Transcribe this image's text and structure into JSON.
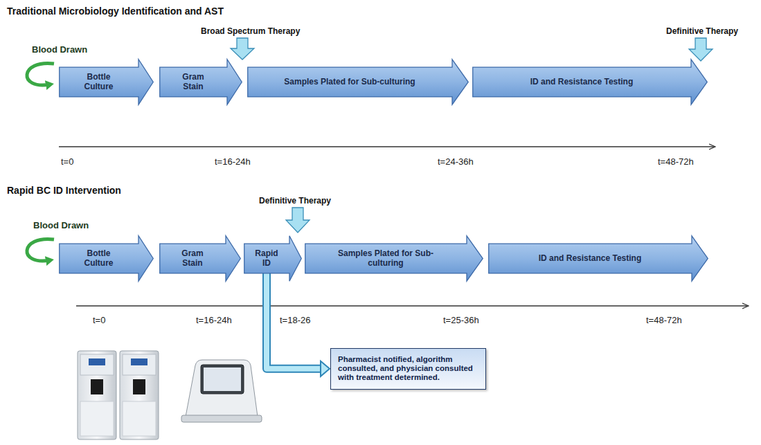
{
  "diagram": {
    "nodes": [
      {
        "text": [
          "Bottle Culture"
        ]
      },
      {
        "text": [
          "Gram Stain"
        ]
      },
      {
        "text": [
          "Samples Plated for Sub-culturing"
        ]
      },
      {
        "text": [
          "ID and Resistance Testing"
        ]
      },
      {
        "text": [
          "Bottle Culture"
        ]
      },
      {
        "text": [
          "Gram Stain"
        ]
      },
      {
        "text": [
          "Rapid ID"
        ]
      },
      {
        "text": [
          "Samples Plated for Sub-culturing"
        ]
      },
      {
        "text": [
          "ID and Resistance Testing"
        ]
      },
      {
        "text": [
          "Pharmacist notified, algorithm consulted, and physician consulted with treatment determined."
        ]
      }
    ],
    "edges": [
      {
        "from": 6,
        "to": 9,
        "arrow": "to"
      }
    ],
    "labels": [
      "Traditional Microbiology Identification and AST",
      "Blood Drawn",
      "Broad Spectrum Therapy",
      "Definitive Therapy",
      "t=0",
      "t=16-24h",
      "t=24-36h",
      "t=48-72h",
      "Rapid BC ID Intervention",
      "Blood Drawn",
      "Definitive Therapy",
      "t=0",
      "t=16-24h",
      "t=18-26",
      "t=25-36h",
      "t=48-72h"
    ]
  }
}
